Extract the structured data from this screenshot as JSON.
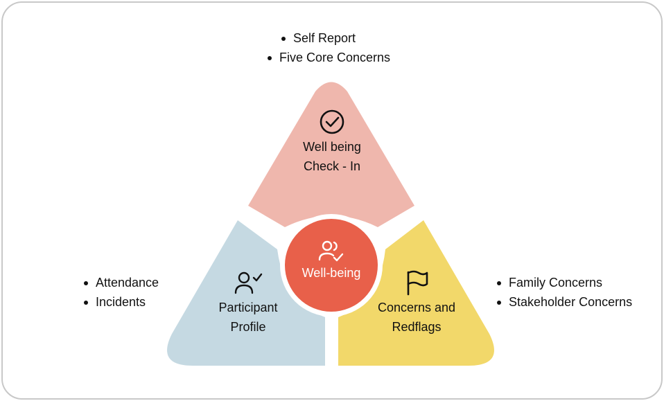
{
  "colors": {
    "top": "#efb7ad",
    "left": "#c5d9e2",
    "right": "#f2d86a",
    "center": "#e8604a",
    "border": "#c8c8c8",
    "text": "#111111"
  },
  "center": {
    "label": "Well-being",
    "icon": "users-check-icon"
  },
  "segments": {
    "top": {
      "icon": "check-circle-icon",
      "line1": "Well being",
      "line2": "Check - In"
    },
    "left": {
      "icon": "user-check-icon",
      "line1": "Participant",
      "line2": "Profile"
    },
    "right": {
      "icon": "flag-icon",
      "line1": "Concerns and",
      "line2": "Redflags"
    }
  },
  "bullets": {
    "top": [
      "Self Report",
      "Five Core Concerns"
    ],
    "left": [
      "Attendance",
      "Incidents"
    ],
    "right": [
      "Family Concerns",
      "Stakeholder Concerns"
    ]
  }
}
